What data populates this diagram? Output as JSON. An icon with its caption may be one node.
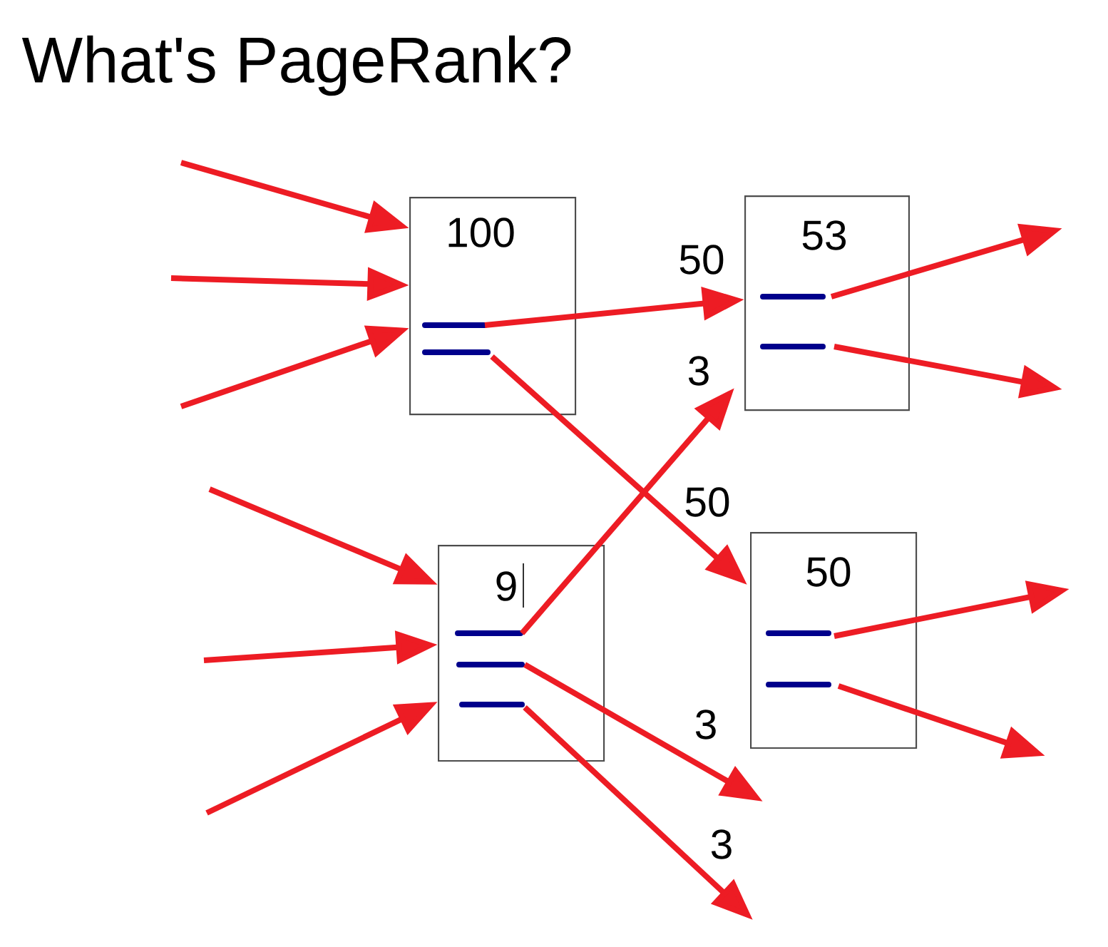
{
  "diagram": {
    "title": "What's PageRank?",
    "nodes": [
      {
        "text": [
          "100"
        ]
      },
      {
        "text": [
          "53"
        ]
      },
      {
        "text": [
          "9"
        ]
      },
      {
        "text": [
          "50"
        ]
      }
    ],
    "edges": [
      {
        "from": 0,
        "to": 1,
        "arrow": "to",
        "label": "50"
      },
      {
        "from": 0,
        "to": 3,
        "arrow": "to",
        "label": "50"
      },
      {
        "from": 2,
        "to": 1,
        "arrow": "to",
        "label": "3"
      },
      {
        "from": null,
        "to": 0,
        "arrow": "to"
      },
      {
        "from": null,
        "to": 0,
        "arrow": "to"
      },
      {
        "from": null,
        "to": 0,
        "arrow": "to"
      },
      {
        "from": null,
        "to": 2,
        "arrow": "to"
      },
      {
        "from": null,
        "to": 2,
        "arrow": "to"
      },
      {
        "from": null,
        "to": 2,
        "arrow": "to"
      },
      {
        "from": 1,
        "to": null,
        "arrow": "to"
      },
      {
        "from": 1,
        "to": null,
        "arrow": "to"
      },
      {
        "from": 3,
        "to": null,
        "arrow": "to"
      },
      {
        "from": 3,
        "to": null,
        "arrow": "to"
      },
      {
        "from": 2,
        "to": null,
        "arrow": "to",
        "label": "3"
      },
      {
        "from": 2,
        "to": null,
        "arrow": "to",
        "label": "3"
      }
    ]
  }
}
